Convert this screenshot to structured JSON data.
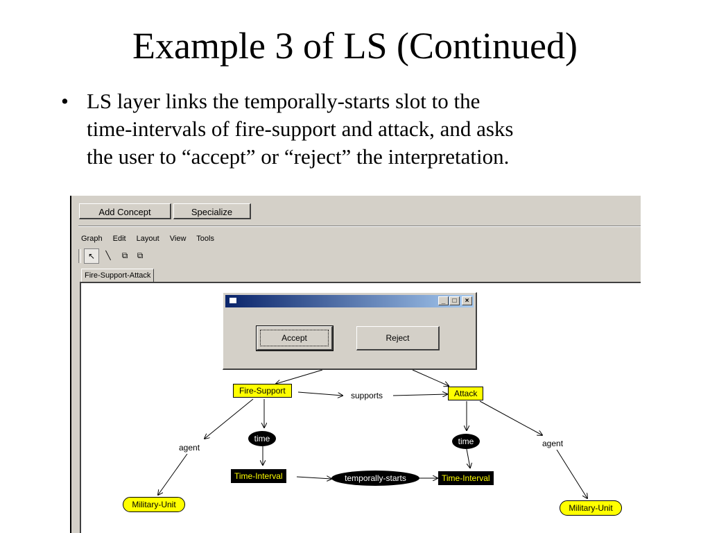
{
  "slide": {
    "title": "Example 3 of LS (Continued)",
    "bullet_marker": "•",
    "bullet_lines": [
      "LS layer links the temporally-starts slot to the",
      "time-intervals of fire-support and attack, and asks",
      "the user to “accept” or “reject” the interpretation."
    ]
  },
  "app": {
    "buttons": {
      "add_concept": "Add Concept",
      "specialize": "Specialize"
    },
    "menu": [
      "Graph",
      "Edit",
      "Layout",
      "View",
      "Tools"
    ],
    "tools": {
      "select": "↖",
      "line": "╲",
      "group": "⧉",
      "ungroup": "⧉"
    },
    "tab_label": "Fire-Support-Attack",
    "dialog": {
      "minimize": "_",
      "maximize": "□",
      "close": "×",
      "accept_label": "Accept",
      "reject_label": "Reject"
    },
    "graph": {
      "fire_support": "Fire-Support",
      "supports": "supports",
      "attack": "Attack",
      "agent_left": "agent",
      "time_left": "time",
      "time_right": "time",
      "agent_right": "agent",
      "interval_left": "Time-Interval",
      "temporally_starts": "temporally-starts",
      "interval_right": "Time-Interval",
      "military_left": "Military-Unit",
      "military_right": "Military-Unit"
    }
  }
}
